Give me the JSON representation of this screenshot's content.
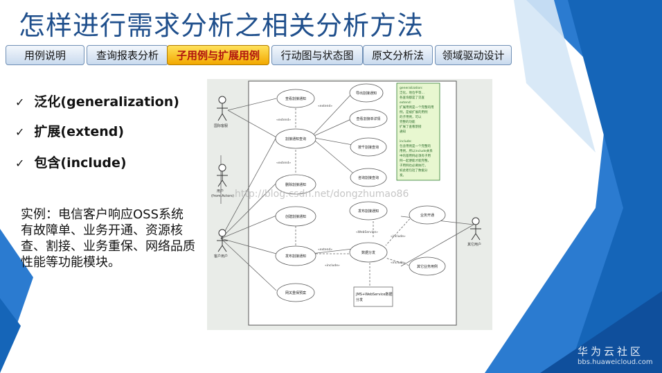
{
  "title": "怎样进行需求分析之相关分析方法",
  "tabs": [
    "用例说明",
    "查询报表分析",
    "子用例与扩展用例",
    "行动图与状态图",
    "原文分析法",
    "领域驱动设计"
  ],
  "active_tab": 2,
  "bullets": [
    {
      "check": "✓",
      "text": "泛化(generalization)"
    },
    {
      "check": "✓",
      "text": "扩展(extend)"
    },
    {
      "check": "✓",
      "text": "包含(include)"
    }
  ],
  "example": "实例：电信客户响应OSS系统有故障单、业务开通、资源核查、割接、业务重保、网络品质性能等功能模块。",
  "diagram": {
    "actors": [
      "国际客服",
      "用户",
      "(from Actors)",
      "客户用户",
      "其它用户"
    ],
    "usecases": [
      "查看割接通知",
      "导出割接通知",
      "查看割接单详情",
      "割接通知查询",
      "按千割接查询",
      "咨询割接查询",
      "删除割接通知",
      "创建割接通知",
      "发布割接通知",
      "数据分发",
      "发布割接通知",
      "网关重保预案",
      "业务开通",
      "其它业务用例"
    ],
    "stereotypes": [
      "«extend»",
      "«include»"
    ],
    "note": "generalization:\n泛化，地位平等…\nextend:\n扩展用例是一个\n完整的用例…\ninclude:\n包含用例是一个\n完整的用例…",
    "jms_note": "JMS+WebService数据分发"
  },
  "watermark_url": "http://blog.csdn.net/dongzhumao86",
  "brand": {
    "name": "华为云社区",
    "url": "bbs.huaweicloud.com"
  },
  "colors": {
    "title": "#1f4f8c",
    "accent": "#1a6fc4",
    "active_tab": "#f2a800",
    "active_text": "#b0140f"
  }
}
